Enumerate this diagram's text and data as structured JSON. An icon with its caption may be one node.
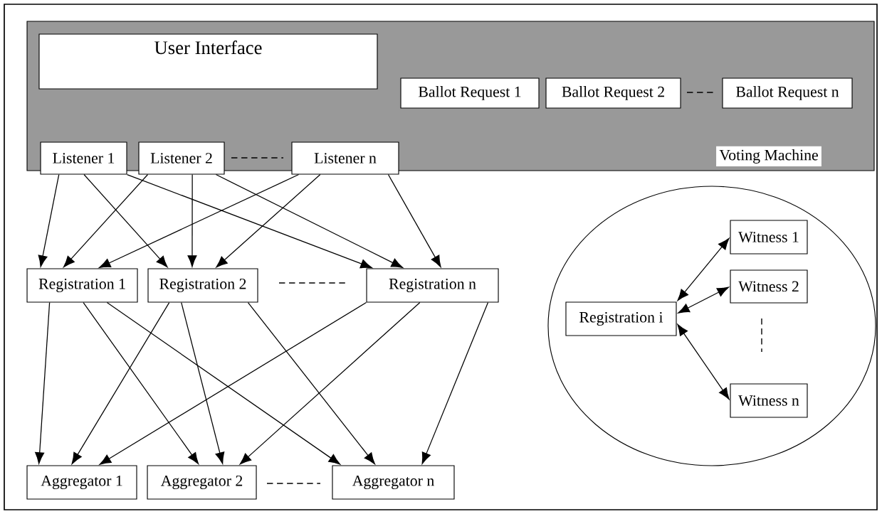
{
  "diagram": {
    "nodes": [
      {
        "text": [
          "Voting Machine"
        ]
      },
      {
        "text": [
          "User Interface"
        ],
        "in": 0
      },
      {
        "text": [
          "Ballot Request 1"
        ],
        "in": 0
      },
      {
        "text": [
          "Ballot Request 2"
        ],
        "in": 0
      },
      {
        "text": [
          "Ballot Request n"
        ],
        "in": 0
      },
      {
        "text": [
          "Listener 1"
        ],
        "in": 0
      },
      {
        "text": [
          "Listener 2"
        ],
        "in": 0
      },
      {
        "text": [
          "Listener n"
        ],
        "in": 0
      },
      {
        "text": [
          "Registration 1"
        ]
      },
      {
        "text": [
          "Registration 2"
        ]
      },
      {
        "text": [
          "Registration n"
        ]
      },
      {
        "text": [
          "Aggregator 1"
        ]
      },
      {
        "text": [
          "Aggregator 2"
        ]
      },
      {
        "text": [
          "Aggregator n"
        ]
      },
      {
        "text": [],
        "shape": "circle"
      },
      {
        "text": [
          "Registration i"
        ],
        "in": 14
      },
      {
        "text": [
          "Witness 1"
        ],
        "in": 14
      },
      {
        "text": [
          "Witness 2"
        ],
        "in": 14
      },
      {
        "text": [
          "Witness n"
        ],
        "in": 14
      }
    ],
    "edges": [
      {
        "from": 5,
        "to": 8,
        "arrow": "to"
      },
      {
        "from": 5,
        "to": 9,
        "arrow": "to"
      },
      {
        "from": 5,
        "to": 10,
        "arrow": "to"
      },
      {
        "from": 6,
        "to": 8,
        "arrow": "to"
      },
      {
        "from": 6,
        "to": 9,
        "arrow": "to"
      },
      {
        "from": 6,
        "to": 10,
        "arrow": "to"
      },
      {
        "from": 7,
        "to": 8,
        "arrow": "to"
      },
      {
        "from": 7,
        "to": 9,
        "arrow": "to"
      },
      {
        "from": 7,
        "to": 10,
        "arrow": "to"
      },
      {
        "from": 8,
        "to": 11,
        "arrow": "to"
      },
      {
        "from": 8,
        "to": 12,
        "arrow": "to"
      },
      {
        "from": 8,
        "to": 13,
        "arrow": "to"
      },
      {
        "from": 9,
        "to": 11,
        "arrow": "to"
      },
      {
        "from": 9,
        "to": 12,
        "arrow": "to"
      },
      {
        "from": 9,
        "to": 13,
        "arrow": "to"
      },
      {
        "from": 10,
        "to": 11,
        "arrow": "to"
      },
      {
        "from": 10,
        "to": 12,
        "arrow": "to"
      },
      {
        "from": 10,
        "to": 13,
        "arrow": "to"
      },
      {
        "from": 15,
        "to": 16,
        "arrow": "both"
      },
      {
        "from": 15,
        "to": 17,
        "arrow": "both"
      },
      {
        "from": 15,
        "to": 18,
        "arrow": "both"
      }
    ]
  }
}
